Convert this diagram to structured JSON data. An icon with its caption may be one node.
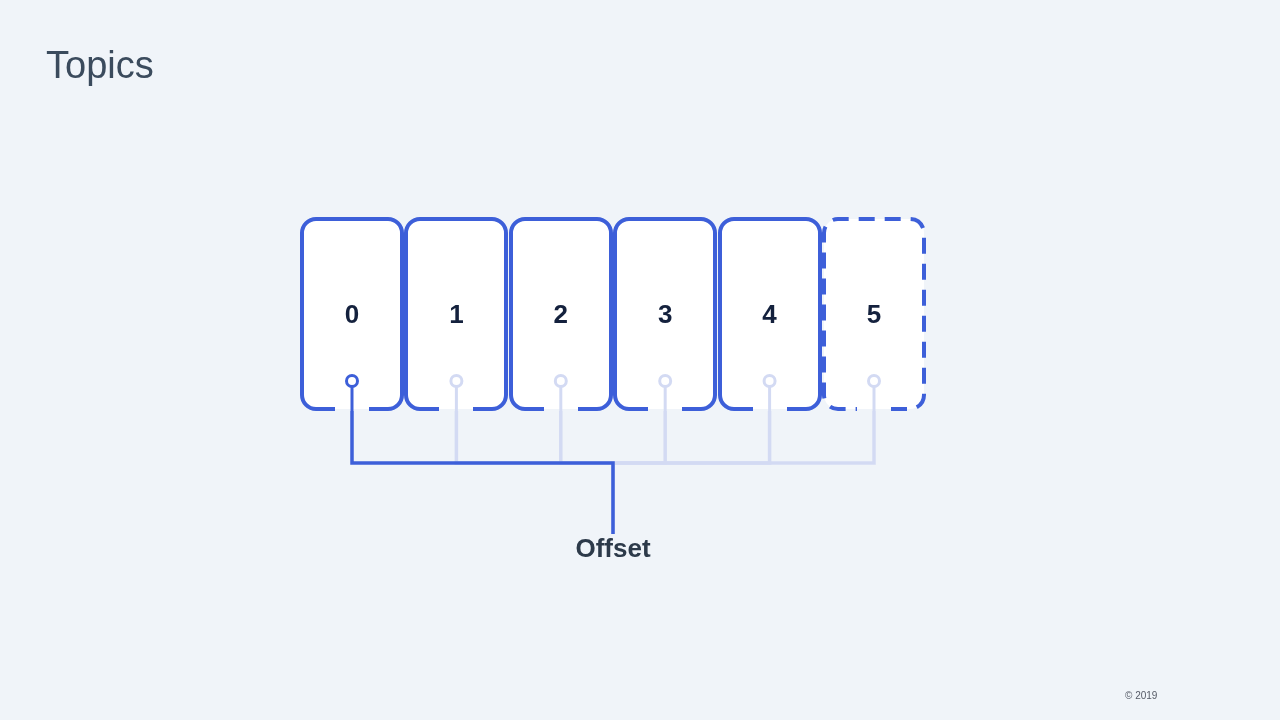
{
  "diagram": {
    "title": "Topics",
    "nodes": [
      {
        "text": [
          "0"
        ]
      },
      {
        "text": [
          "1"
        ]
      },
      {
        "text": [
          "2"
        ]
      },
      {
        "text": [
          "3"
        ]
      },
      {
        "text": [
          "4"
        ]
      },
      {
        "text": [
          "5"
        ]
      },
      {
        "text": [
          "Offset"
        ]
      }
    ],
    "edges": [
      {
        "from": 0,
        "to": 6,
        "arrow": "other",
        "color": "#3d5fd9"
      },
      {
        "from": 1,
        "to": 6,
        "arrow": "other"
      },
      {
        "from": 2,
        "to": 6,
        "arrow": "other"
      },
      {
        "from": 3,
        "to": 6,
        "arrow": "other"
      },
      {
        "from": 4,
        "to": 6,
        "arrow": "other"
      },
      {
        "from": 5,
        "to": 6,
        "arrow": "other"
      }
    ],
    "labels": [
      "© 2019"
    ]
  }
}
